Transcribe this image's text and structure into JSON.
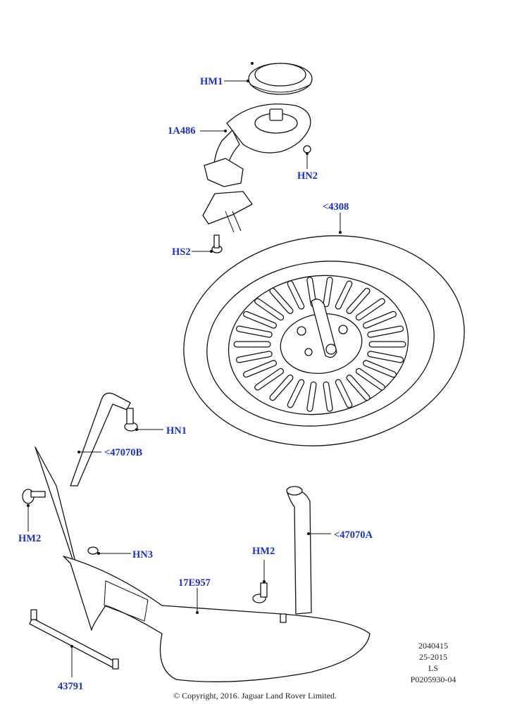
{
  "callouts": {
    "hm1": "HM1",
    "a1a486": "1A486",
    "hn2": "HN2",
    "c4308": "<4308",
    "hs2": "HS2",
    "hn1": "HN1",
    "c47070b": "<47070B",
    "hm2_left": "HM2",
    "hn3": "HN3",
    "c17e957": "17E957",
    "hm2_right": "HM2",
    "c47070a": "<47070A",
    "c43791": "43791"
  },
  "meta": {
    "line1": "2040415",
    "line2": "25-2015",
    "line3": "LS",
    "line4": "P0205930-04"
  },
  "copyright": "© Copyright, 2016. Jaguar Land Rover Limited.",
  "colors": {
    "callout": "#1a2fd0",
    "line": "#111111"
  }
}
